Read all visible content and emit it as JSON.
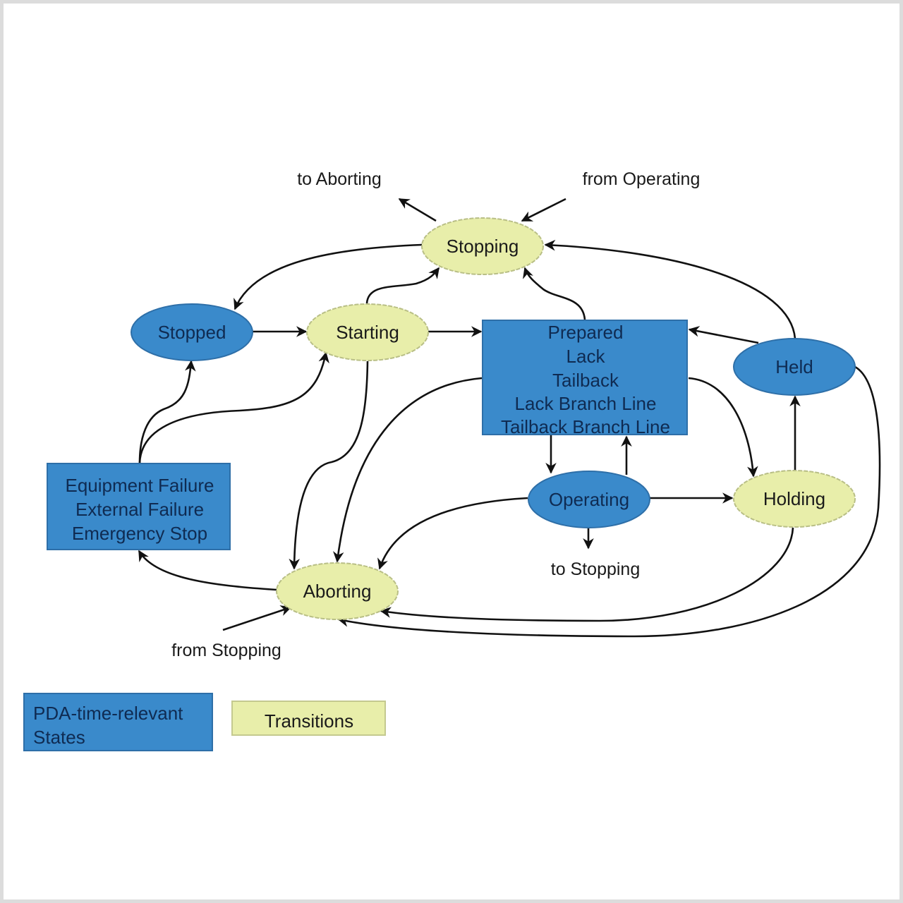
{
  "colors": {
    "state_fill": "#3a8acb",
    "state_stroke": "#2e6fa8",
    "state_text": "#0f2b52",
    "transition_fill": "#e8eeaa",
    "transition_stroke": "#b9bf86",
    "transition_text": "#1a1a1a",
    "edge": "#111111"
  },
  "nodes": {
    "stopping": {
      "label": "Stopping",
      "kind": "transition"
    },
    "stopped": {
      "label": "Stopped",
      "kind": "state"
    },
    "starting": {
      "label": "Starting",
      "kind": "transition"
    },
    "prepared_group": {
      "kind": "state",
      "lines": [
        "Prepared",
        "Lack",
        "Tailback",
        "Lack Branch Line",
        "Tailback Branch Line"
      ]
    },
    "held": {
      "label": "Held",
      "kind": "state"
    },
    "operating": {
      "label": "Operating",
      "kind": "state"
    },
    "holding": {
      "label": "Holding",
      "kind": "transition"
    },
    "aborting": {
      "label": "Aborting",
      "kind": "transition"
    },
    "failure_group": {
      "kind": "state",
      "lines": [
        "Equipment Failure",
        "External Failure",
        "Emergency Stop"
      ]
    }
  },
  "external_labels": {
    "to_aborting": "to Aborting",
    "from_operating": "from Operating",
    "to_stopping": "to Stopping",
    "from_stopping": "from Stopping"
  },
  "edges": [
    {
      "from": "stopping",
      "to": "stopped"
    },
    {
      "from": "stopped",
      "to": "starting"
    },
    {
      "from": "starting",
      "to": "stopping"
    },
    {
      "from": "starting",
      "to": "prepared_group"
    },
    {
      "from": "starting",
      "to": "aborting"
    },
    {
      "from": "prepared_group",
      "to": "stopping"
    },
    {
      "from": "prepared_group",
      "to": "operating"
    },
    {
      "from": "prepared_group",
      "to": "holding"
    },
    {
      "from": "prepared_group",
      "to": "aborting"
    },
    {
      "from": "operating",
      "to": "prepared_group"
    },
    {
      "from": "operating",
      "to": "holding"
    },
    {
      "from": "operating",
      "to": "aborting"
    },
    {
      "from": "operating",
      "to": "external:to_stopping"
    },
    {
      "from": "holding",
      "to": "held"
    },
    {
      "from": "holding",
      "to": "aborting"
    },
    {
      "from": "held",
      "to": "prepared_group"
    },
    {
      "from": "held",
      "to": "stopping"
    },
    {
      "from": "held",
      "to": "aborting"
    },
    {
      "from": "failure_group",
      "to": "stopped"
    },
    {
      "from": "failure_group",
      "to": "starting"
    },
    {
      "from": "aborting",
      "to": "failure_group"
    },
    {
      "from": "stopping",
      "to": "external:to_aborting"
    },
    {
      "from": "external:from_operating",
      "to": "stopping"
    },
    {
      "from": "external:from_stopping",
      "to": "aborting"
    }
  ],
  "legend": {
    "states_label_line1": "PDA-time-relevant",
    "states_label_line2": "States",
    "transitions_label": "Transitions"
  }
}
